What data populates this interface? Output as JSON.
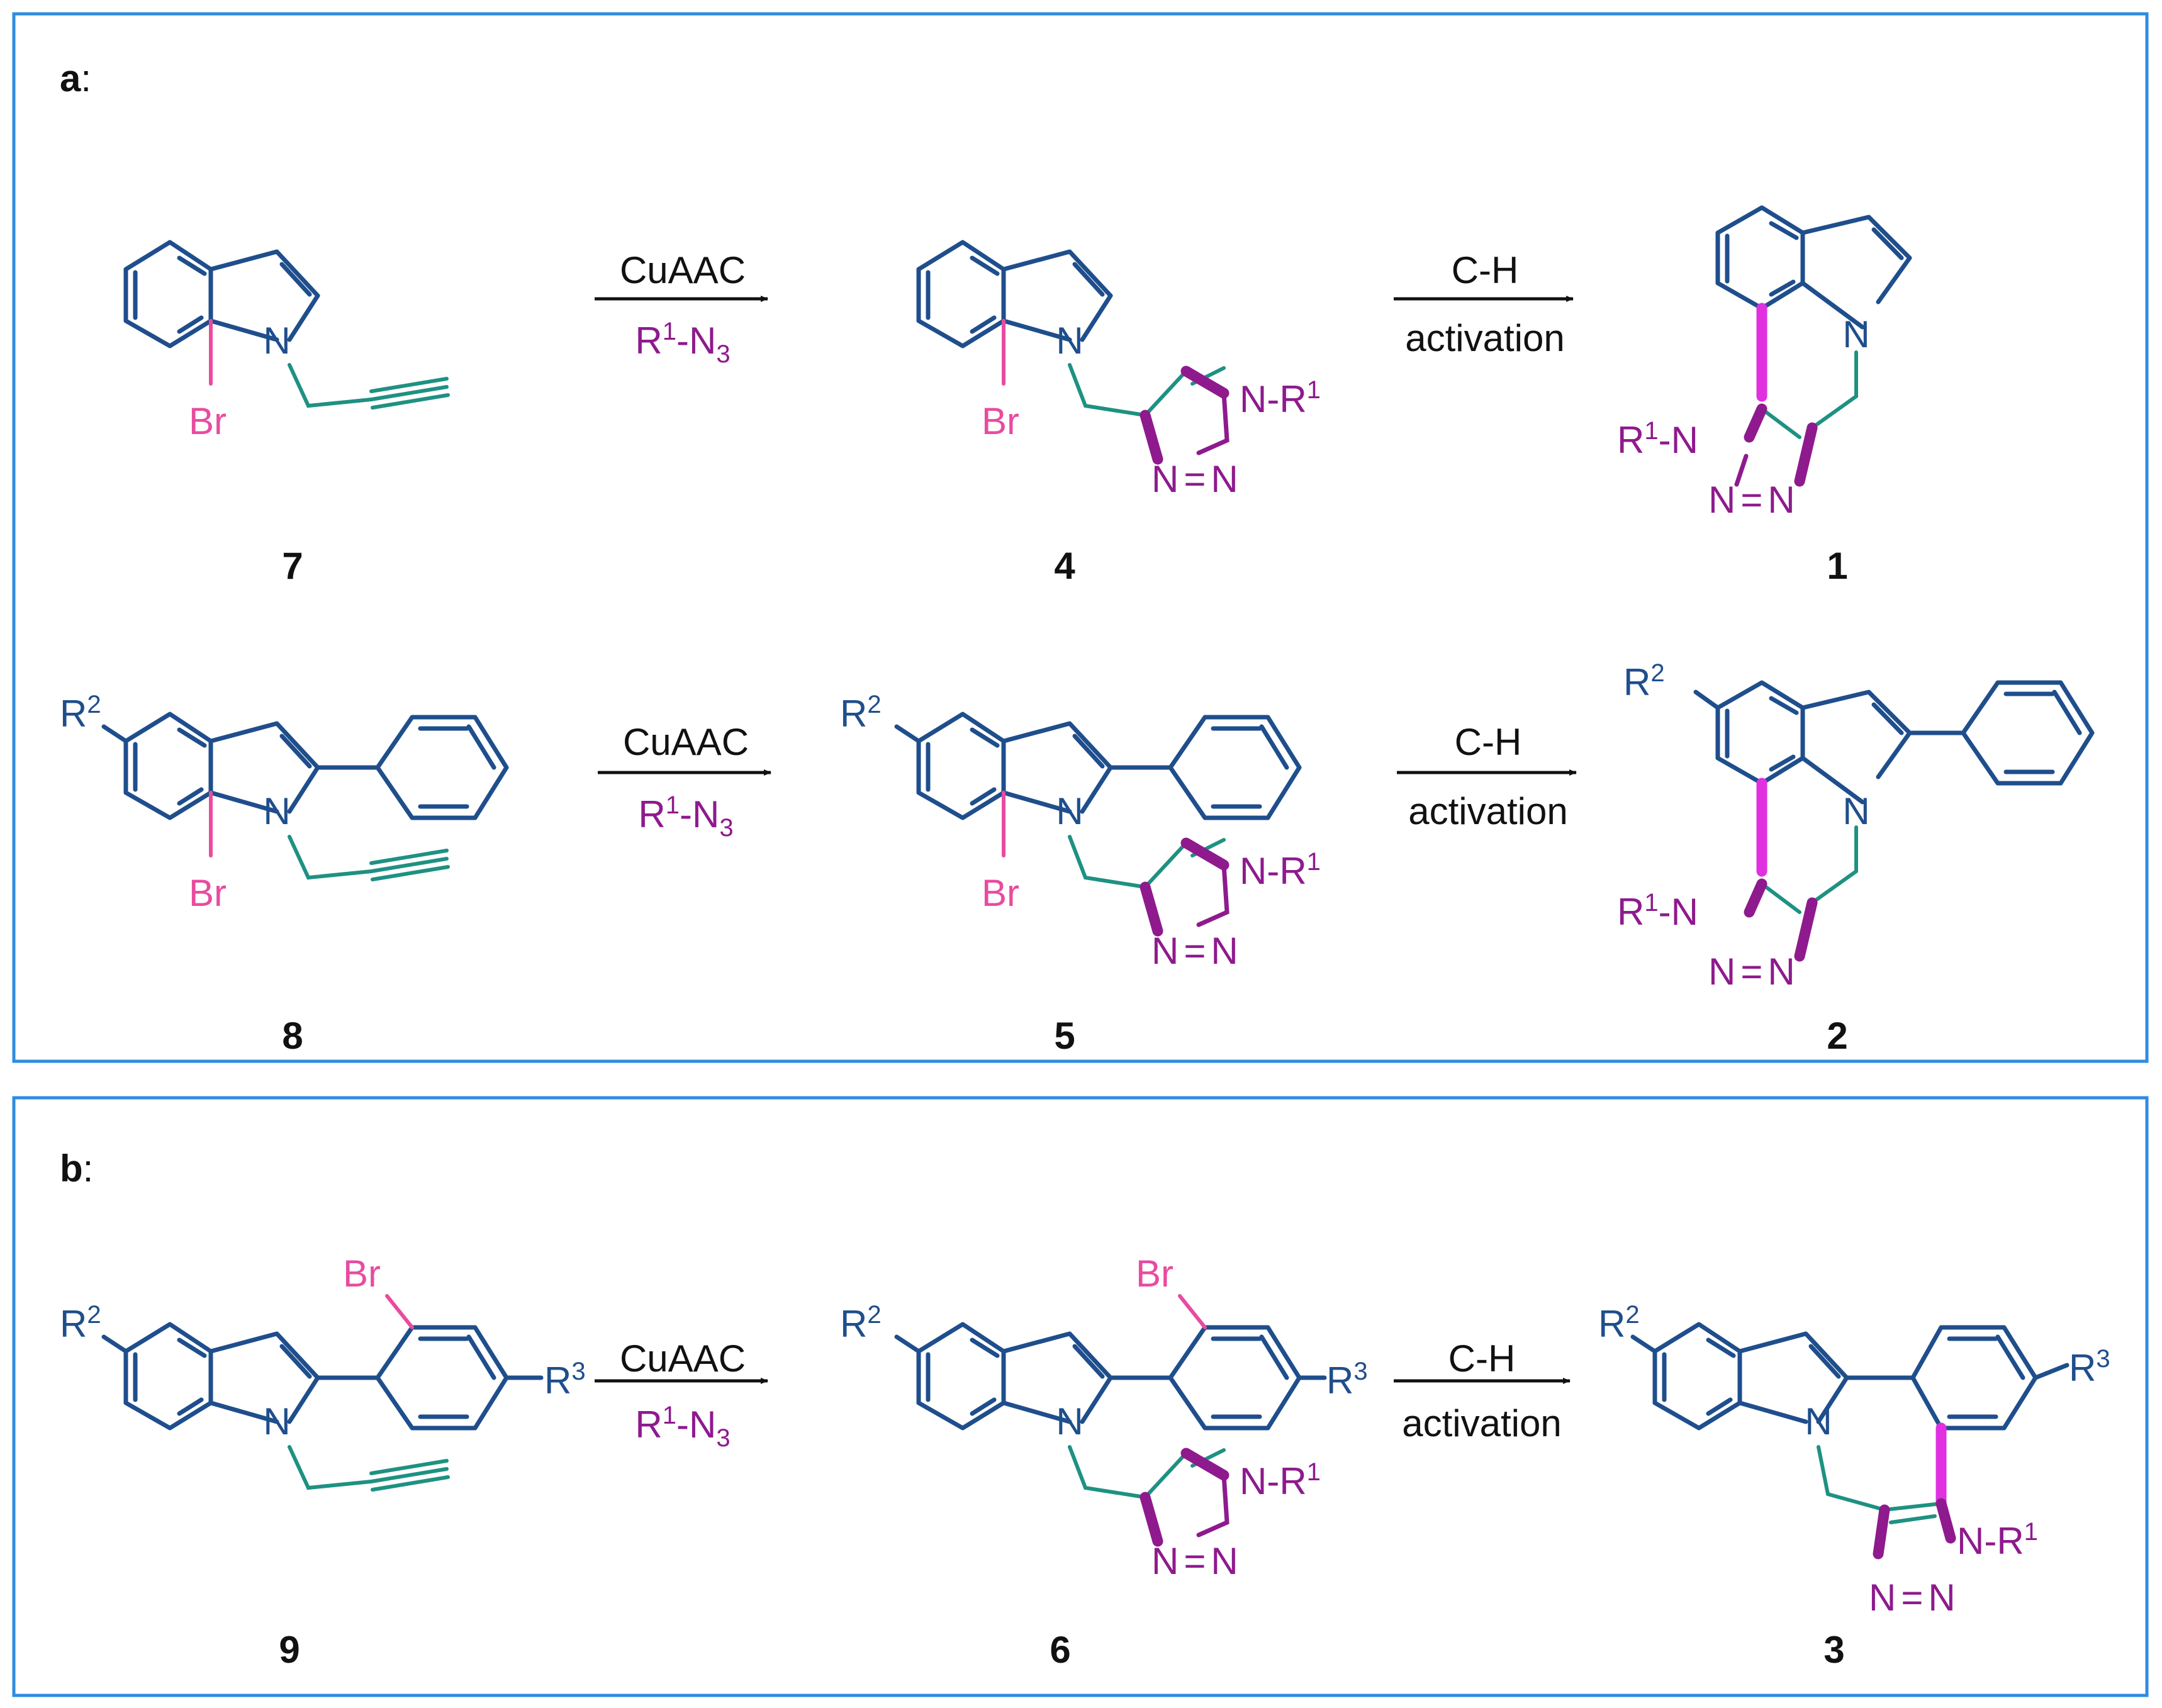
{
  "panels": [
    {
      "label": "a",
      "colon": ":"
    },
    {
      "label": "b",
      "colon": ":"
    }
  ],
  "compounds": [
    "7",
    "4",
    "1",
    "8",
    "5",
    "2",
    "9",
    "6",
    "3"
  ],
  "arrows": [
    {
      "top": "CuAAC",
      "reagent": {
        "base": "R",
        "sup": "1",
        "rest": "-N",
        "sub": "3"
      }
    },
    {
      "top": "C-H",
      "bottom": "activation"
    }
  ],
  "atoms": {
    "N": "N",
    "Br": "Br",
    "R": "R",
    "R1_sup": "1",
    "R2_sup": "2",
    "R3_sup": "3",
    "bond": "-"
  },
  "colors": {
    "frame": "#2F8BE0",
    "indole": "#1F4E8C",
    "triazole": "#8E1A8E",
    "bromine": "#E84BA0",
    "new_bond": "#E030E0",
    "linker": "#1E9182"
  }
}
